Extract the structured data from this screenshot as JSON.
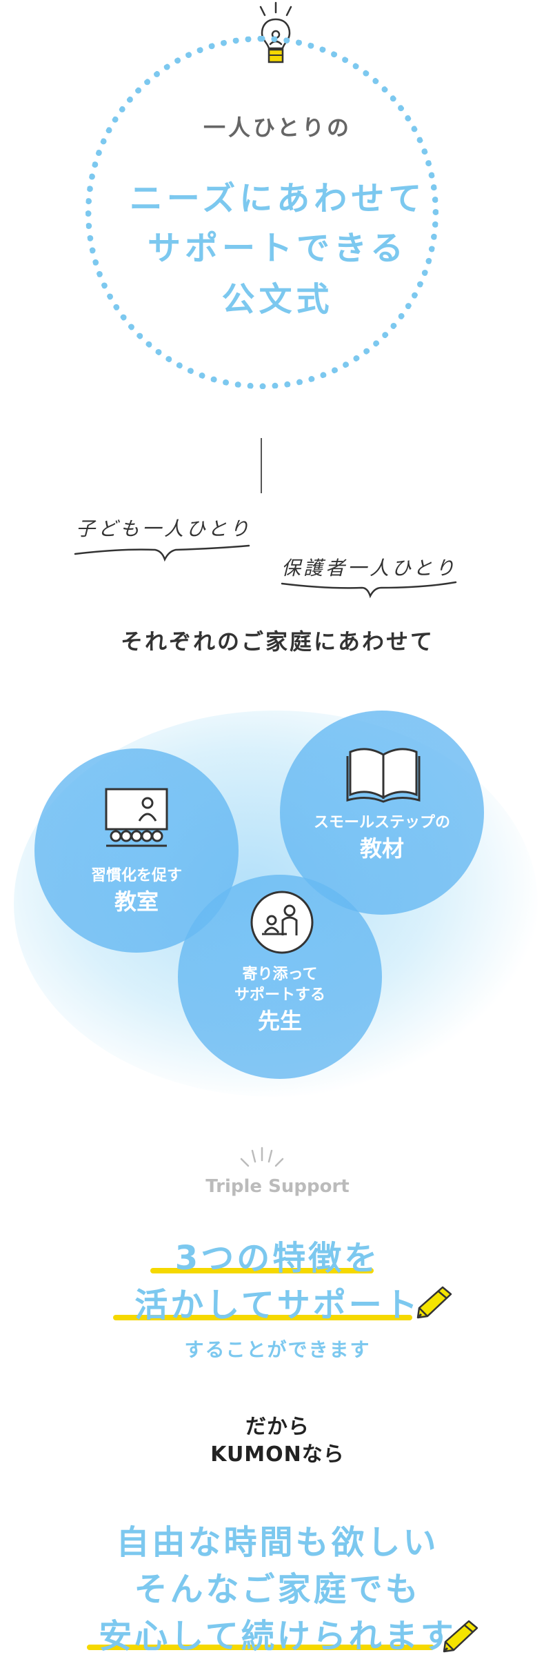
{
  "hero": {
    "subtitle": "一人ひとりの",
    "line1": "ニーズにあわせて",
    "line2": "サポートできる",
    "line3": "公文式"
  },
  "handwritten": {
    "child": "子ども一人ひとり",
    "guardian": "保護者一人ひとり"
  },
  "family_title": "それぞれのご家庭にあわせて",
  "venn": {
    "classroom": {
      "small": "習慣化を促す",
      "big": "教室"
    },
    "material": {
      "small": "スモールステップの",
      "big": "教材"
    },
    "teacher": {
      "small1": "寄り添って",
      "small2": "サポートする",
      "big": "先生"
    }
  },
  "triple": {
    "label": "Triple Support",
    "line1": "3つの特徴を",
    "line2": "活かしてサポート",
    "line3": "することができます"
  },
  "kumon": {
    "line1": "だから",
    "line2": "KUMONなら"
  },
  "closing": {
    "line1": "自由な時間も欲しい",
    "line2": "そんなご家庭でも",
    "line3": "安心して続けられます"
  },
  "colors": {
    "accent_blue": "#7cc8ef",
    "highlight_yellow": "#f5d800"
  },
  "icons": [
    "lightbulb-icon",
    "classroom-icon",
    "book-icon",
    "teacher-icon",
    "pencil-icon",
    "sparkle-icon"
  ]
}
